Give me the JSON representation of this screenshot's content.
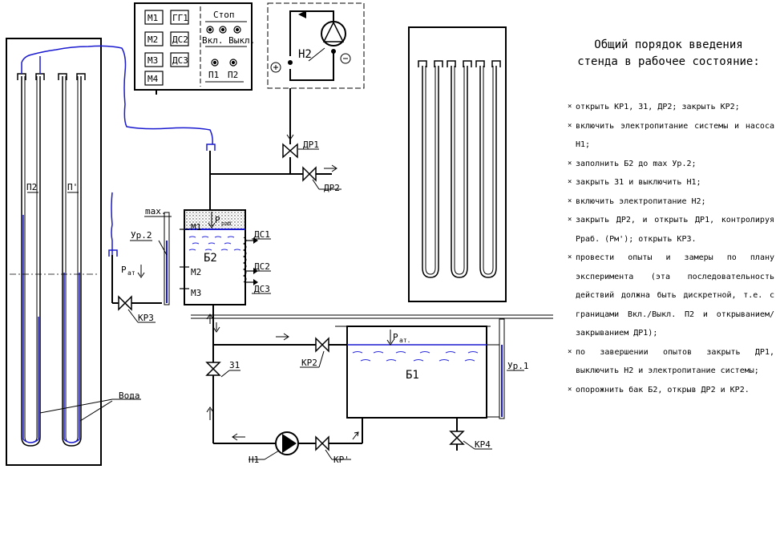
{
  "labels": {
    "m1": "M1",
    "m2": "M2",
    "m3": "M3",
    "m4": "M4",
    "gg1": "ГГ1",
    "ds2": "ДС2",
    "ds3": "ДС3",
    "stop": "Стоп",
    "vkl_vykl": "Вкл. Выкл.",
    "p1": "П1",
    "p2": "П2",
    "h2": "Н2",
    "dr1": "ДР1",
    "dr2": "ДР2",
    "tube_p2": "П2",
    "tube_p1": "П'",
    "voda": "Вода",
    "max": "max.",
    "ur2": "Ур.2",
    "p_atm_small": "P",
    "p_atm_sub": "ат",
    "kr3": "КР3",
    "tank_b2": "Б2",
    "gauge_m1": "М1",
    "gauge_m2": "М2",
    "gauge_m3": "М3",
    "p_rab": "P",
    "p_rab_sub": "раб",
    "dc1": "ДС1",
    "dc2": "ДС2",
    "dc3": "ДС3",
    "z1": "З1",
    "kr2": "КР2",
    "p_at": "P",
    "p_at_sub": "ат.",
    "tank_b1": "Б1",
    "ur1": "Ур.1",
    "kr4": "КР4",
    "h1": "Н1",
    "kr1": "КР'"
  },
  "side_panel": {
    "title_line1": "Общий порядок введения",
    "title_line2": "стенда в рабочее состояние:",
    "steps": [
      "открыть КР1, З1, ДР2; закрыть КР2;",
      "включить электропитание системы и насоса Н1;",
      "заполнить Б2 до max Ур.2;",
      "закрыть З1 и выключить Н1;",
      "включить электропитание Н2;",
      "закрыть ДР2, и открыть ДР1, контролируя Рраб. (Рм'); открыть КР3.",
      "провести опыты и замеры по плану эксперимента (эта последовательность действий должна быть дискретной, т.е. с границами Вкл./Выкл. П2 и открыванием/закрыванием ДР1);",
      "по завершении опытов закрыть ДР1, выключить Н2 и электропитание системы;",
      "опорожнить бак Б2, открыв ДР2 и КР2."
    ]
  },
  "colors": {
    "line": "#000000",
    "water": "#1a1ad0",
    "water_dash": "#2b2bdc"
  }
}
